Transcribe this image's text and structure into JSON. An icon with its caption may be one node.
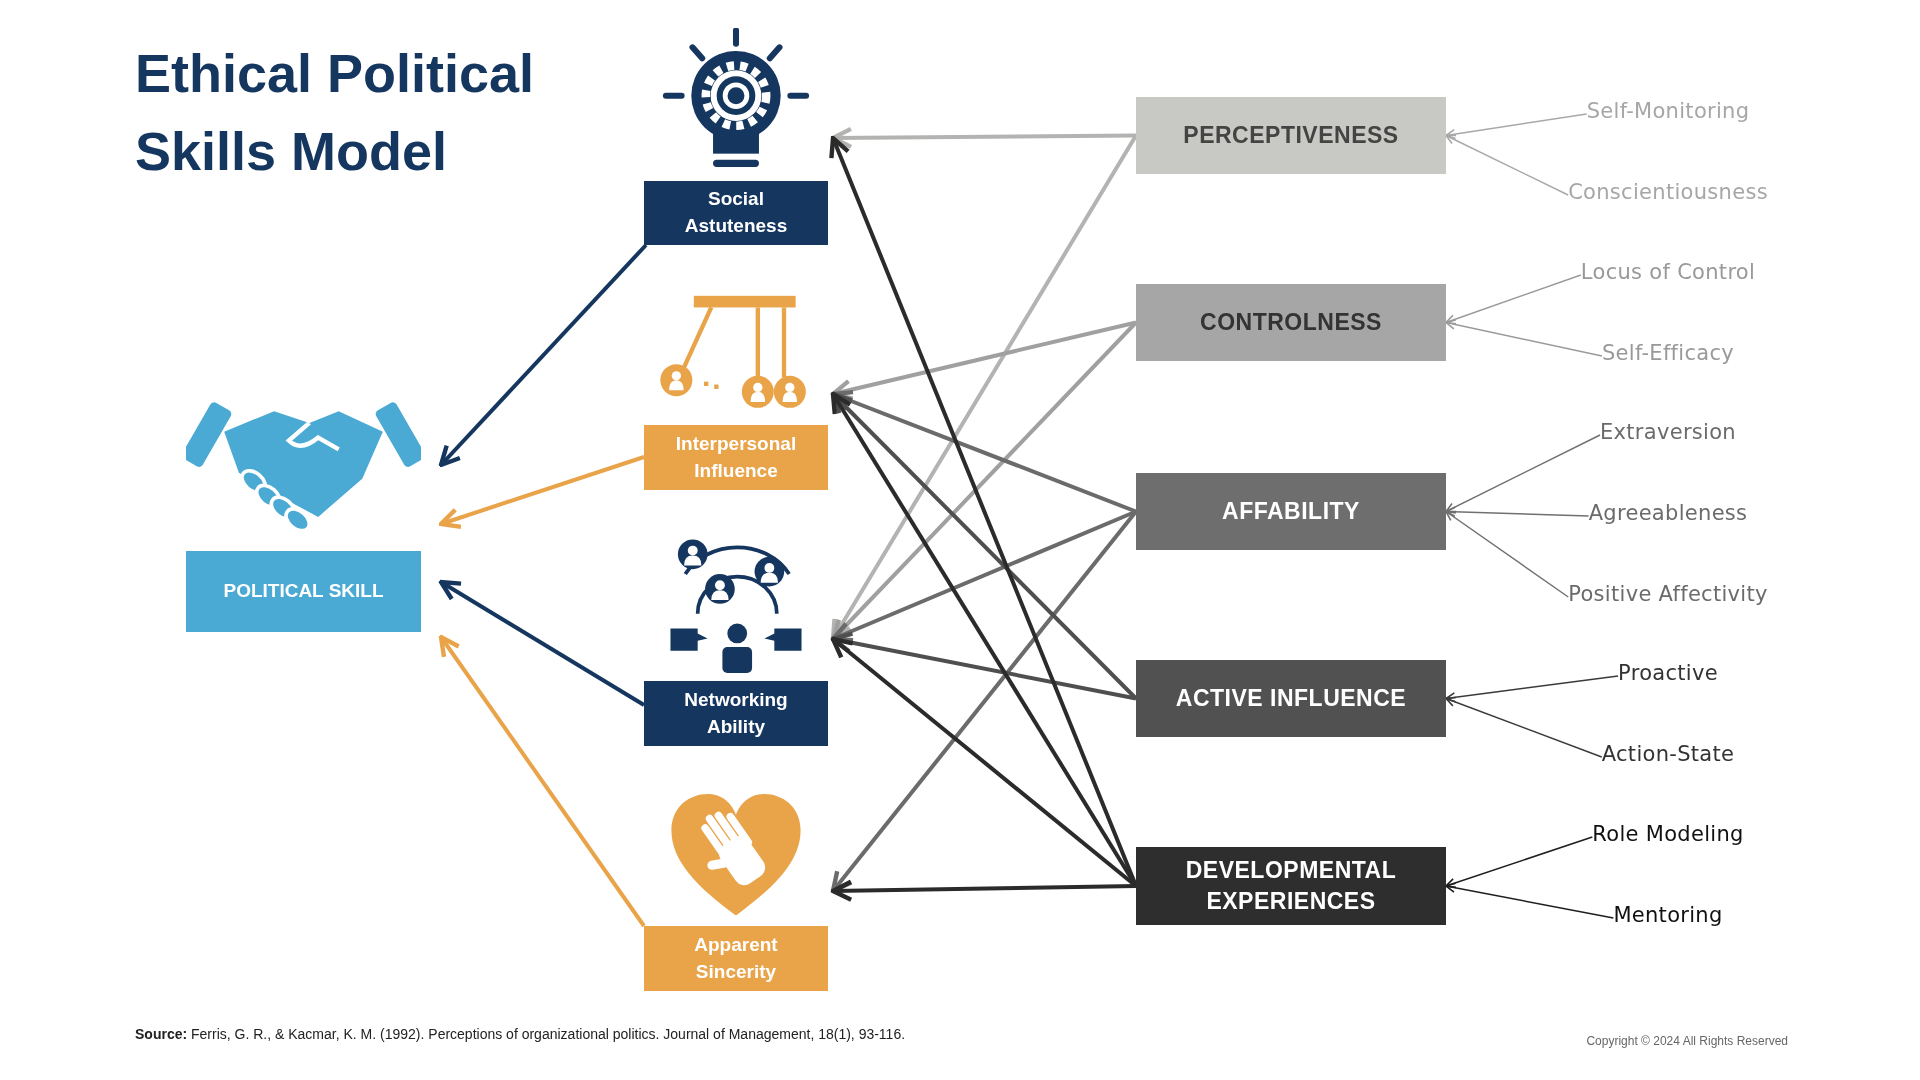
{
  "diagram": {
    "title": "Ethical Political Skills Model",
    "caption": "**Source:** Ferris, G. R., & Kacmar, K. M. (1992). Perceptions of organizational politics. Journal of Management, 18(1), 93-116.",
    "nodes": [
      {
        "text": [
          "POLITICAL SKILL"
        ]
      },
      {
        "text": [
          "Social Astuteness"
        ]
      },
      {
        "text": [
          "Interpersonal Influence"
        ]
      },
      {
        "text": [
          "Networking Ability"
        ]
      },
      {
        "text": [
          "Apparent Sincerity"
        ]
      },
      {
        "text": [
          "PERCEPTIVENESS"
        ]
      },
      {
        "text": [
          "CONTROLNESS"
        ]
      },
      {
        "text": [
          "AFFABILITY"
        ]
      },
      {
        "text": [
          "ACTIVE INFLUENCE"
        ]
      },
      {
        "text": [
          "DEVELOPMENTAL EXPERIENCES"
        ]
      },
      {
        "text": [
          "Self-Monitoring"
        ]
      },
      {
        "text": [
          "Conscientiousness"
        ]
      },
      {
        "text": [
          "Locus of Control"
        ]
      },
      {
        "text": [
          "Self-Efficacy"
        ]
      },
      {
        "text": [
          "Extraversion"
        ]
      },
      {
        "text": [
          "Agreeableness"
        ]
      },
      {
        "text": [
          "Positive Affectivity"
        ]
      },
      {
        "text": [
          "Proactive"
        ]
      },
      {
        "text": [
          "Action-State"
        ]
      },
      {
        "text": [
          "Role Modeling"
        ]
      },
      {
        "text": [
          "Mentoring"
        ]
      }
    ],
    "edges": [
      {
        "from": 1,
        "to": 0,
        "arrow": "to",
        "color": "#15365f"
      },
      {
        "from": 2,
        "to": 0,
        "arrow": "to",
        "color": "#e9a449"
      },
      {
        "from": 3,
        "to": 0,
        "arrow": "to",
        "color": "#15365f"
      },
      {
        "from": 4,
        "to": 0,
        "arrow": "to",
        "color": "#e9a449"
      },
      {
        "from": 5,
        "to": 1,
        "arrow": "to",
        "color": "#b3b3b1"
      },
      {
        "from": 5,
        "to": 3,
        "arrow": "to",
        "color": "#b3b3b1"
      },
      {
        "from": 6,
        "to": 2,
        "arrow": "to",
        "color": "#a0a0a0"
      },
      {
        "from": 6,
        "to": 3,
        "arrow": "to",
        "color": "#a0a0a0"
      },
      {
        "from": 7,
        "to": 2,
        "arrow": "to",
        "color": "#6b6b6b"
      },
      {
        "from": 7,
        "to": 3,
        "arrow": "to",
        "color": "#6b6b6b"
      },
      {
        "from": 7,
        "to": 4,
        "arrow": "to",
        "color": "#6b6b6b"
      },
      {
        "from": 8,
        "to": 2,
        "arrow": "to",
        "color": "#4f4f4f"
      },
      {
        "from": 8,
        "to": 3,
        "arrow": "to",
        "color": "#4f4f4f"
      },
      {
        "from": 9,
        "to": 1,
        "arrow": "to",
        "color": "#2b2b2b"
      },
      {
        "from": 9,
        "to": 2,
        "arrow": "to",
        "color": "#2b2b2b"
      },
      {
        "from": 9,
        "to": 3,
        "arrow": "to",
        "color": "#2b2b2b"
      },
      {
        "from": 9,
        "to": 4,
        "arrow": "to",
        "color": "#2b2b2b"
      },
      {
        "from": 10,
        "to": 5,
        "arrow": "to",
        "color": "#a8a8a8"
      },
      {
        "from": 11,
        "to": 5,
        "arrow": "to",
        "color": "#a8a8a8"
      },
      {
        "from": 12,
        "to": 6,
        "arrow": "to",
        "color": "#9a9a9a"
      },
      {
        "from": 13,
        "to": 6,
        "arrow": "to",
        "color": "#9a9a9a"
      },
      {
        "from": 14,
        "to": 7,
        "arrow": "to",
        "color": "#707070"
      },
      {
        "from": 15,
        "to": 7,
        "arrow": "to",
        "color": "#707070"
      },
      {
        "from": 16,
        "to": 7,
        "arrow": "to",
        "color": "#707070"
      },
      {
        "from": 17,
        "to": 8,
        "arrow": "to",
        "color": "#3a3a3a"
      },
      {
        "from": 18,
        "to": 8,
        "arrow": "to",
        "color": "#3a3a3a"
      },
      {
        "from": 19,
        "to": 9,
        "arrow": "to",
        "color": "#1e1e1e"
      },
      {
        "from": 20,
        "to": 9,
        "arrow": "to",
        "color": "#1e1e1e"
      }
    ],
    "labels": [
      "Copyright © 2024 All Rights Reserved"
    ]
  }
}
